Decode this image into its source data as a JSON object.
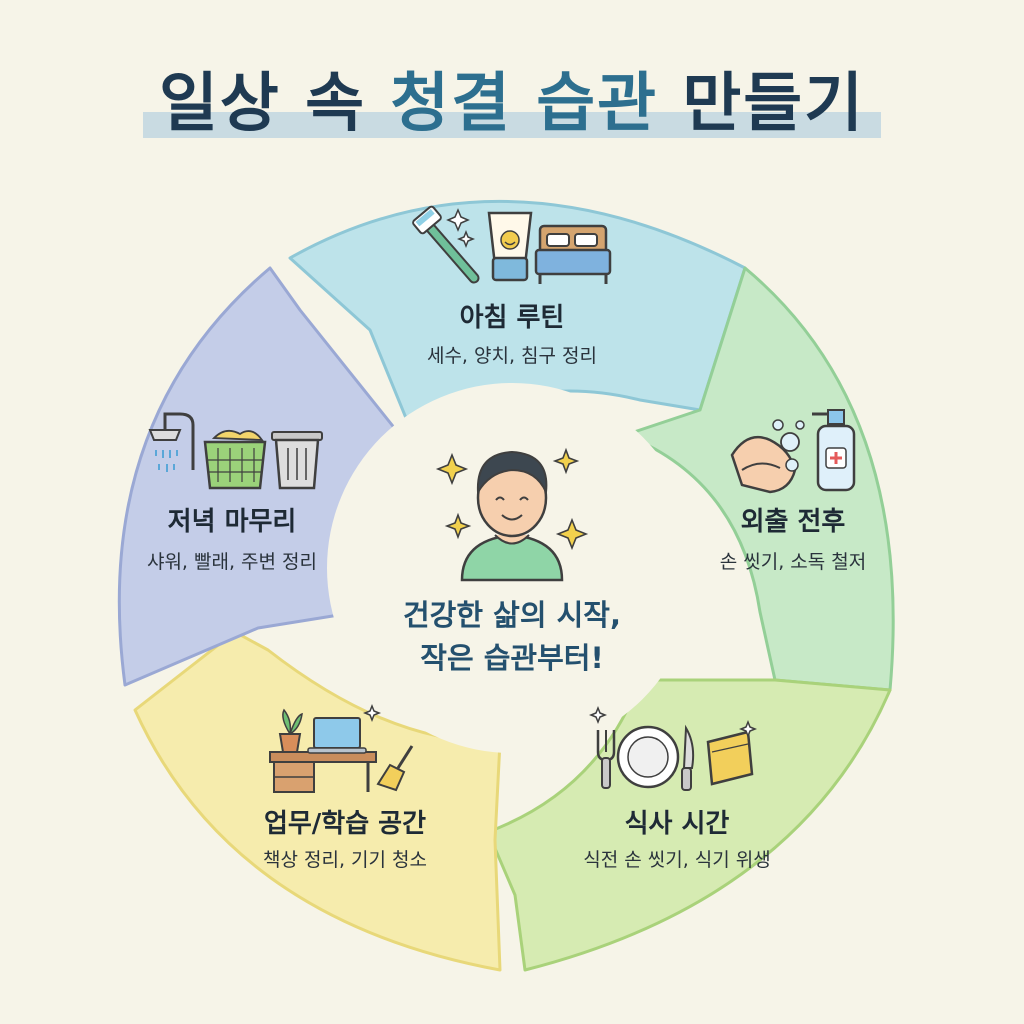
{
  "title": {
    "part1": "일상 속 ",
    "accent": "청결 습관",
    "part2": " 만들기"
  },
  "center": {
    "line1": "건강한 삶의 시작,",
    "line2": "작은 습관부터!"
  },
  "segments": [
    {
      "title": "아침 루틴",
      "desc": "세수, 양치, 침구 정리",
      "color": "#bde3ea",
      "stroke": "#8ec7d6",
      "icons": [
        "toothbrush-icon",
        "face-cleanser-tube-icon",
        "bed-icon"
      ]
    },
    {
      "title": "외출 전후",
      "desc": "손 씻기, 소독 철저",
      "color": "#c7e9c7",
      "stroke": "#93cf97",
      "icons": [
        "hand-washing-icon",
        "sanitizer-bottle-icon"
      ]
    },
    {
      "title": "식사 시간",
      "desc": "식전 손 씻기, 식기 위생",
      "color": "#d6ebb2",
      "stroke": "#a9d27a",
      "icons": [
        "fork-icon",
        "plate-icon",
        "knife-icon",
        "napkin-icon"
      ]
    },
    {
      "title": "업무/학습 공간",
      "desc": "책상 정리, 기기 청소",
      "color": "#f6ecad",
      "stroke": "#e8d879",
      "icons": [
        "potted-plant-icon",
        "laptop-icon",
        "desk-icon",
        "broom-icon"
      ]
    },
    {
      "title": "저녁 마무리",
      "desc": "샤워, 빨래, 주변 정리",
      "color": "#c4cde8",
      "stroke": "#9aa8d4",
      "icons": [
        "shower-icon",
        "laundry-basket-icon",
        "trash-can-icon"
      ]
    }
  ]
}
